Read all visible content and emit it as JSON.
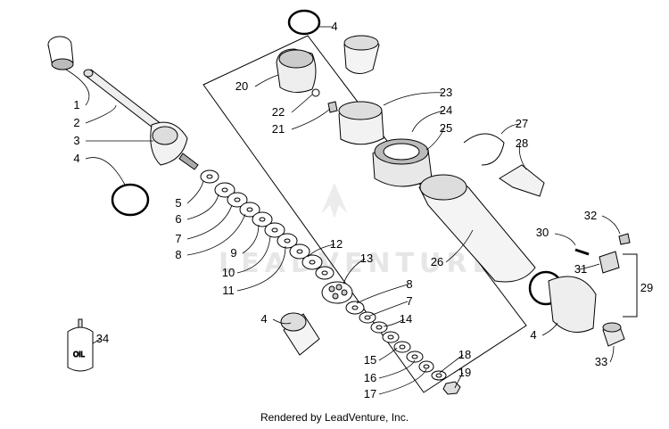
{
  "watermark": "LEADVENTURE",
  "footer": "Rendered by LeadVenture, Inc.",
  "oil_label": "OIL",
  "callouts": [
    "1",
    "2",
    "3",
    "4",
    "5",
    "6",
    "7",
    "8",
    "9",
    "10",
    "11",
    "12",
    "13",
    "4",
    "8",
    "7",
    "14",
    "15",
    "16",
    "17",
    "18",
    "19",
    "4",
    "20",
    "22",
    "21",
    "23",
    "24",
    "25",
    "26",
    "27",
    "28",
    "30",
    "32",
    "31",
    "29",
    "4",
    "33",
    "34"
  ],
  "colors": {
    "line": "#000000",
    "oring": "#000000",
    "watermark": "#e6e6e6"
  }
}
